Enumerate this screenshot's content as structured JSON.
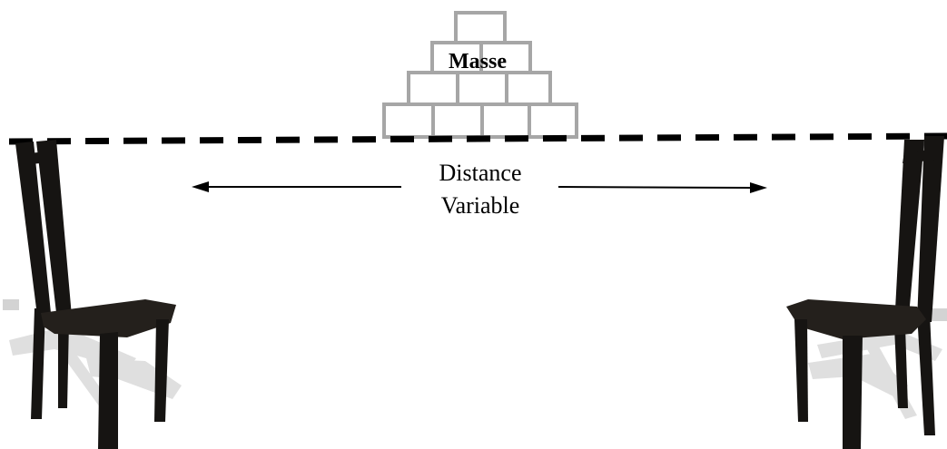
{
  "mass": {
    "label": "Masse"
  },
  "distance": {
    "line1": "Distance",
    "line2": "Variable"
  },
  "colors": {
    "block_outline": "#a6a6a6",
    "dashed_line": "#000000",
    "arrow": "#000000",
    "chair": "#161412",
    "chair_seat": "#24201c",
    "chair_shadow": "#d8d8d8",
    "text": "#000000"
  }
}
